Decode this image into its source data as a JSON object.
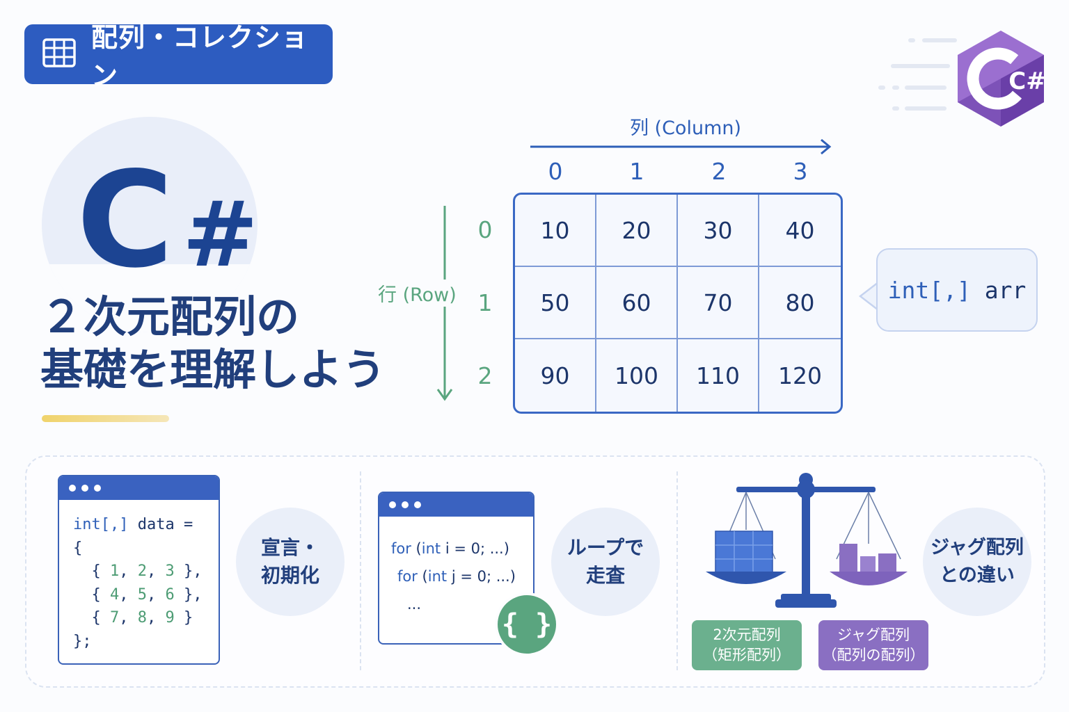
{
  "badge": {
    "icon": "table-icon",
    "label": "配列・コレクション"
  },
  "logo": {
    "icon": "csharp-logo-icon",
    "text": "C#",
    "colors": {
      "light": "#9b6fd0",
      "dark": "#6a3fa8"
    }
  },
  "hero": {
    "c_letter": "C",
    "hash": "#",
    "title_line1": "２次元配列の",
    "title_line2": "基礎を理解しよう"
  },
  "array_diagram": {
    "column_label": "列 (Column)",
    "row_label": "行 (Row)",
    "column_indices": [
      "0",
      "1",
      "2",
      "3"
    ],
    "row_indices": [
      "0",
      "1",
      "2"
    ],
    "rows": [
      [
        "10",
        "20",
        "30",
        "40"
      ],
      [
        "50",
        "60",
        "70",
        "80"
      ],
      [
        "90",
        "100",
        "110",
        "120"
      ]
    ]
  },
  "declaration_bubble": {
    "keyword": "int[,]",
    "identifier": "arr"
  },
  "cards": {
    "declare": {
      "code": {
        "line1_type": "int[,]",
        "line1_rest": " data =",
        "line2": "{",
        "line3_open": "  { ",
        "line3_values": [
          "1",
          "2",
          "3"
        ],
        "line3_close": " },",
        "line4_open": "  { ",
        "line4_values": [
          "4",
          "5",
          "6"
        ],
        "line4_close": " },",
        "line5_open": "  { ",
        "line5_values": [
          "7",
          "8",
          "9"
        ],
        "line5_close": " }",
        "line6": "};"
      },
      "label_line1": "宣言・",
      "label_line2": "初期化"
    },
    "loop": {
      "code": {
        "line1_for": "for",
        "line1_paren": " (",
        "line1_int": "int",
        "line1_rest": " i = 0; ...)",
        "line2_for": "for",
        "line2_paren": " (",
        "line2_int": "int",
        "line2_rest": " j = 0; ...)",
        "line3": "..."
      },
      "braces_icon": "{ }",
      "label_line1": "ループで",
      "label_line2": "走査"
    },
    "jagged": {
      "tag_rect_line1": "2次元配列",
      "tag_rect_line2": "（矩形配列）",
      "tag_jagged_line1": "ジャグ配列",
      "tag_jagged_line2": "（配列の配列）",
      "label_line1": "ジャグ配列",
      "label_line2": "との違い",
      "colors": {
        "rect": "#6bb08e",
        "jagged": "#8a6fc2",
        "scale": "#2f56ad"
      }
    }
  }
}
